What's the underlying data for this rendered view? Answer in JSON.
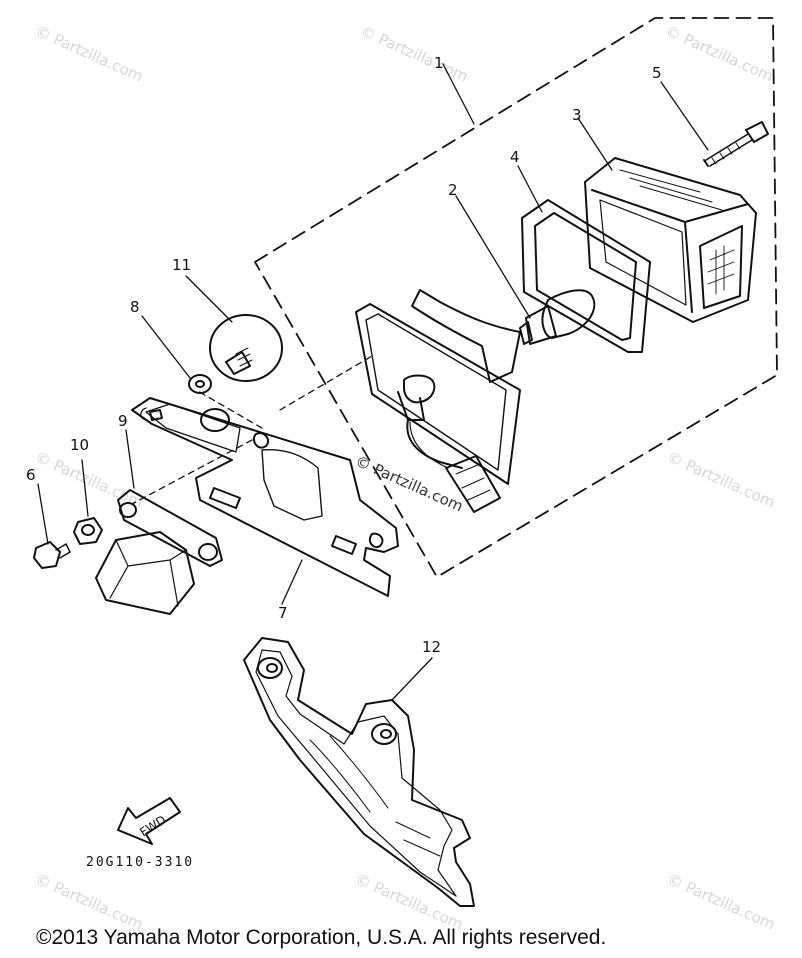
{
  "watermark": "© Partzilla.com",
  "diagram_code": "20G110-3310",
  "fwd_label": "FWD",
  "copyright": "©2013 Yamaha Motor Corporation, U.S.A. All rights reserved.",
  "callouts": [
    "1",
    "2",
    "3",
    "4",
    "5",
    "6",
    "7",
    "8",
    "9",
    "10",
    "11",
    "12"
  ],
  "colors": {
    "ink": "#111111",
    "watermark": "#d6d6d6"
  }
}
